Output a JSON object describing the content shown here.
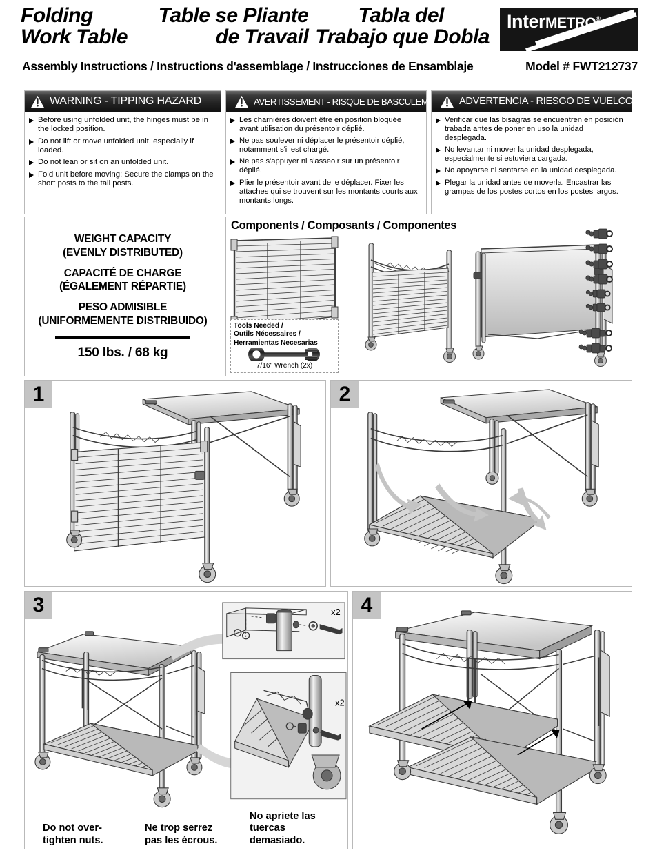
{
  "header": {
    "title_en_l1": "Folding",
    "title_en_l2": "Work Table",
    "title_fr_l1": "Table se Pliante",
    "title_fr_l2": "de Travail",
    "title_es_l1": "Tabla del",
    "title_es_l2": "Trabajo que Dobla",
    "logo_part1": "Inter",
    "logo_part2": "METRO",
    "logo_reg": "®",
    "subtitle": "Assembly Instructions / Instructions d'assemblage / Instrucciones de Ensamblaje",
    "model": "Model # FWT212737"
  },
  "warnings": [
    {
      "title": "WARNING - TIPPING HAZARD",
      "items": [
        "Before using unfolded unit, the hinges must be in the locked position.",
        "Do not lift or move unfolded unit, especially if loaded.",
        "Do not lean or sit on an unfolded unit.",
        "Fold unit before moving; Secure the clamps on the short posts to the tall posts."
      ]
    },
    {
      "title": "AVERTISSEMENT - RISQUE DE BASCULEMENT",
      "items": [
        "Les charnières doivent être en position bloquée avant utilisation du présentoir déplié.",
        "Ne pas soulever ni déplacer le présentoir déplié, notamment s'il est chargé.",
        "Ne pas s'appuyer ni s'asseoir sur un présentoir déplié.",
        "Plier le présentoir avant de le déplacer. Fixer les attaches qui se trouvent sur les montants courts aux montants longs."
      ]
    },
    {
      "title": "ADVERTENCIA - RIESGO DE VUELCO",
      "items": [
        "Verificar que las bisagras se encuentren en posición trabada antes de poner en uso la unidad desplegada.",
        "No levantar ni mover la unidad desplegada, especialmente si estuviera cargada.",
        "No apoyarse ni sentarse en la unidad desplegada.",
        "Plegar la unidad antes de moverla. Encastrar las grampas de los postes cortos en los postes largos."
      ]
    }
  ],
  "capacity": {
    "line1": "WEIGHT CAPACITY",
    "line2": "(EVENLY DISTRIBUTED)",
    "line3": "CAPACITÉ DE CHARGE",
    "line4": "(ÉGALEMENT RÉPARTIE)",
    "line5": "PESO ADMISIBLE",
    "line6": "(UNIFORMEMENTE DISTRIBUIDO)",
    "value": "150 lbs. / 68 kg"
  },
  "components": {
    "title": "Components / Composants / Componentes",
    "tools_line1": "Tools Needed /",
    "tools_line2": "Outils Nécessaires /",
    "tools_line3": "Herramientas Necesarias",
    "tools_caption": "7/16\" Wrench (2x)"
  },
  "steps": [
    {
      "number": "1"
    },
    {
      "number": "2"
    },
    {
      "number": "3",
      "detail_qty_top": "x2",
      "detail_qty_bottom": "x2",
      "caption_en": "Do not over-tighten nuts.",
      "caption_en_l1": "Do not over-",
      "caption_en_l2": "tighten nuts.",
      "caption_fr_l1": "Ne trop serrez",
      "caption_fr_l2": "pas les écrous.",
      "caption_es_l1": "No apriete las",
      "caption_es_l2": "tuercas",
      "caption_es_l3": "demasiado."
    },
    {
      "number": "4"
    }
  ],
  "colors": {
    "frame_line": "#3a3a3a",
    "panel_border": "#b9b9b9",
    "badge_bg": "#c4c4c4",
    "warn_header_bg": "#222222",
    "metal_light": "#e8e8e8",
    "metal_mid": "#b5b5b5",
    "metal_dark": "#6f6f6f"
  }
}
